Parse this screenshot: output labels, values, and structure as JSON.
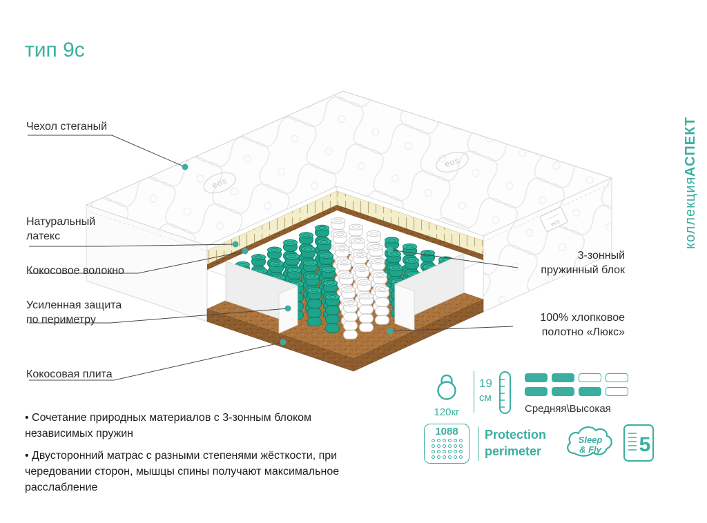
{
  "title": "тип 9с",
  "collection": {
    "prefix": "коллекция ",
    "name": "АСПЕКТ"
  },
  "colors": {
    "accent": "#3aafa0",
    "text": "#2d2d2d",
    "spring_teal": "#1fa38a",
    "spring_teal_dark": "#0d806b",
    "spring_teal_light": "#2fb89c",
    "spring_white": "#ffffff",
    "spring_white_stroke": "#c9c9c9",
    "coco_brown": "#ad753e",
    "coco_brown_dark": "#8f5e2f",
    "latex_cream": "#f5eecb"
  },
  "layer_labels": {
    "cover": "Чехол стеганый",
    "latex_1": "Натуральный",
    "latex_2": "латекс",
    "coco_fiber": "Кокосовое волокно",
    "perimeter_1": "Усиленная защита",
    "perimeter_2": "по периметру",
    "coco_plate": "Кокосовая плита",
    "springs_1": "3-зонный",
    "springs_2": "пружинный блок",
    "cotton_1": "100% хлопковое",
    "cotton_2": "полотно «Люкс»"
  },
  "features": [
    "• Сочетание природных материалов с 3-зонным блоком независимых пружин",
    "• Двусторонний матрас с разными степенями жёсткости, при чередовании сторон, мышцы спины получают максимальное расслабление"
  ],
  "specs": {
    "max_weight": "120кг",
    "height_value": "19",
    "height_unit": "см",
    "firmness_label": "Средняя\\Высокая",
    "firmness_top": [
      1,
      1,
      0,
      0
    ],
    "firmness_bottom": [
      1,
      1,
      1,
      0
    ],
    "spring_count": "1088",
    "protection_1": "Protection",
    "protection_2": "perimeter",
    "brand_1": "Sleep",
    "brand_2": "& Fly",
    "warranty": "5"
  },
  "fabric_logo": "eos"
}
